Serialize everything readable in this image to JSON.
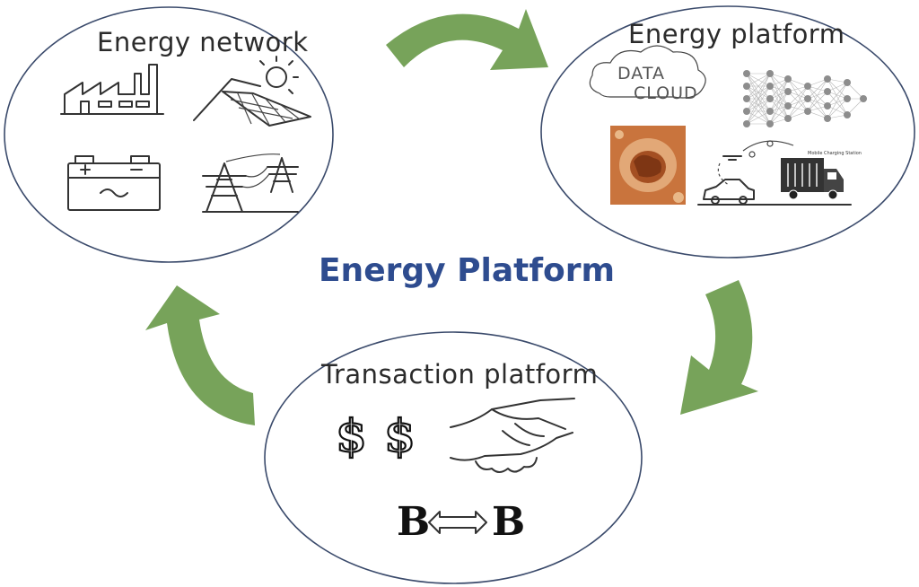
{
  "title": "Energy Platform",
  "nodes": {
    "network": {
      "label": "Energy  network"
    },
    "platform": {
      "label": "Energy  platform",
      "cloud_line1": "DATA",
      "cloud_line2": "CLOUD",
      "truck_caption": "Mobile Charging Station"
    },
    "transaction": {
      "label": "Transaction  platform",
      "money_symbol": "$",
      "coin_left": "B",
      "coin_right": "B"
    }
  },
  "colors": {
    "title": "#2e4c8f",
    "ellipse_stroke": "#3a4a6b",
    "arrow": "#77a35a",
    "nn_node": "#8d8d8d",
    "fire_tile": "#c9743d"
  },
  "icons": [
    "factory-icon",
    "solar-panel-icon",
    "battery-icon",
    "power-tower-icon",
    "data-cloud-icon",
    "neural-network-icon",
    "thermal-image-icon",
    "drone-icon",
    "electric-car-icon",
    "truck-icon",
    "dollar-icon",
    "handshake-icon",
    "bitcoin-exchange-icon"
  ]
}
